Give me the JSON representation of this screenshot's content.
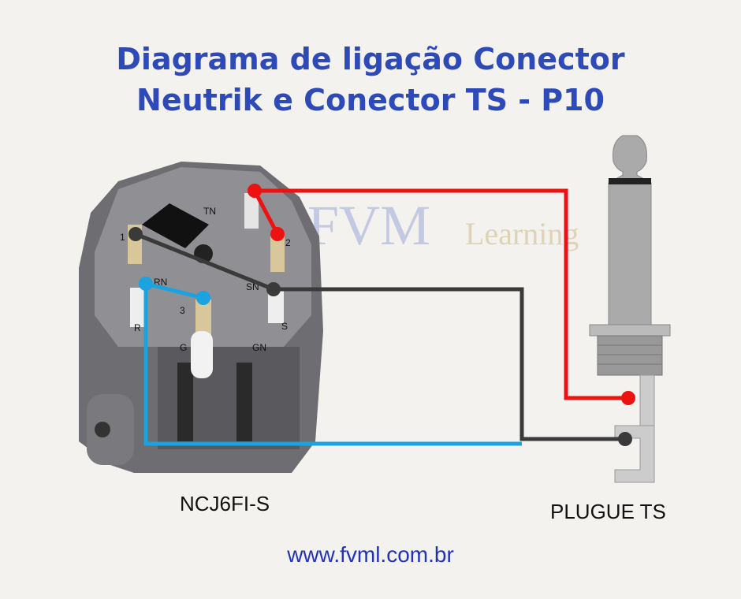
{
  "title": {
    "line1": "Diagrama de ligação Conector",
    "line2": "Neutrik e Conector TS - P10"
  },
  "watermark": {
    "brand": "FVM",
    "sub": "Learning"
  },
  "connector": {
    "name": "NCJ6FI-S",
    "pins": [
      "TN",
      "1",
      "2",
      "RN",
      "3",
      "SN",
      "R",
      "S",
      "G",
      "GN"
    ]
  },
  "plug": {
    "name": "PLUGUE TS"
  },
  "footer": {
    "url": "www.fvml.com.br"
  },
  "colors": {
    "title": "#2d4ab8",
    "red_wire": "#ee1111",
    "gray_wire": "#3a3a3a",
    "blue_wire": "#1aa3e0"
  }
}
